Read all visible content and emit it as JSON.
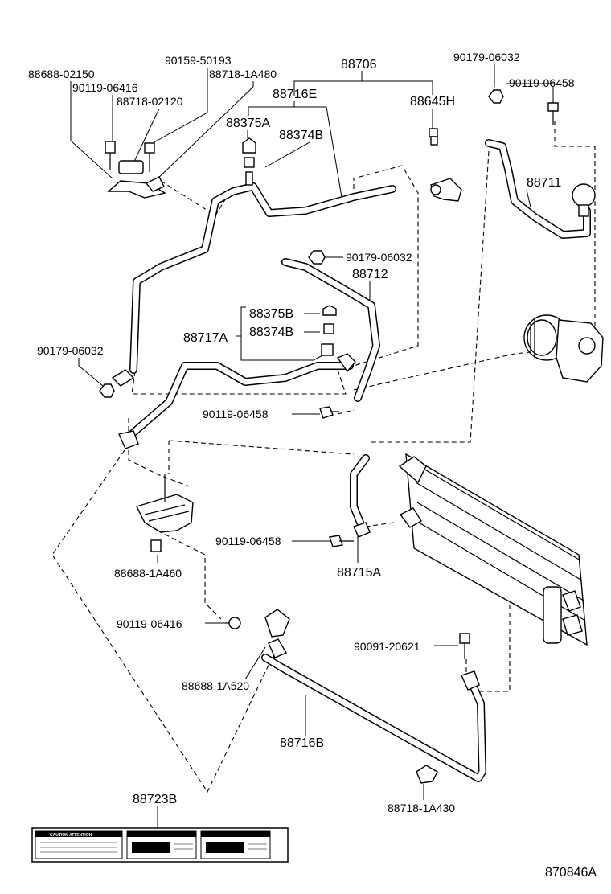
{
  "diagram_code": "870846A",
  "labels": {
    "l88688_02150": "88688-02150",
    "l90119_06416_top": "90119-06416",
    "l88718_02120": "88718-02120",
    "l90159_50193": "90159-50193",
    "l88718_1A480": "88718-1A480",
    "l88706": "88706",
    "l88716E": "88716E",
    "l88375A": "88375A",
    "l88374B_top": "88374B",
    "l88645H": "88645H",
    "l90179_06032_tr": "90179-06032",
    "l90119_06458_tr": "90119-06458",
    "l88711": "88711",
    "l90179_06032_mid": "90179-06032",
    "l88712": "88712",
    "l88375B": "88375B",
    "l88374B_mid": "88374B",
    "l88717A": "88717A",
    "l90179_06032_left": "90179-06032",
    "l90119_06458_mid": "90119-06458",
    "l90119_06458_low": "90119-06458",
    "l88715A": "88715A",
    "l88688_1A460": "88688-1A460",
    "l90119_06416_low": "90119-06416",
    "l90091_20621": "90091-20621",
    "l88688_1A520": "88688-1A520",
    "l88716B": "88716B",
    "l88723B": "88723B",
    "l88718_1A430": "88718-1A430"
  },
  "caution_label": {
    "header": "CAUTION  ATTENTION"
  }
}
